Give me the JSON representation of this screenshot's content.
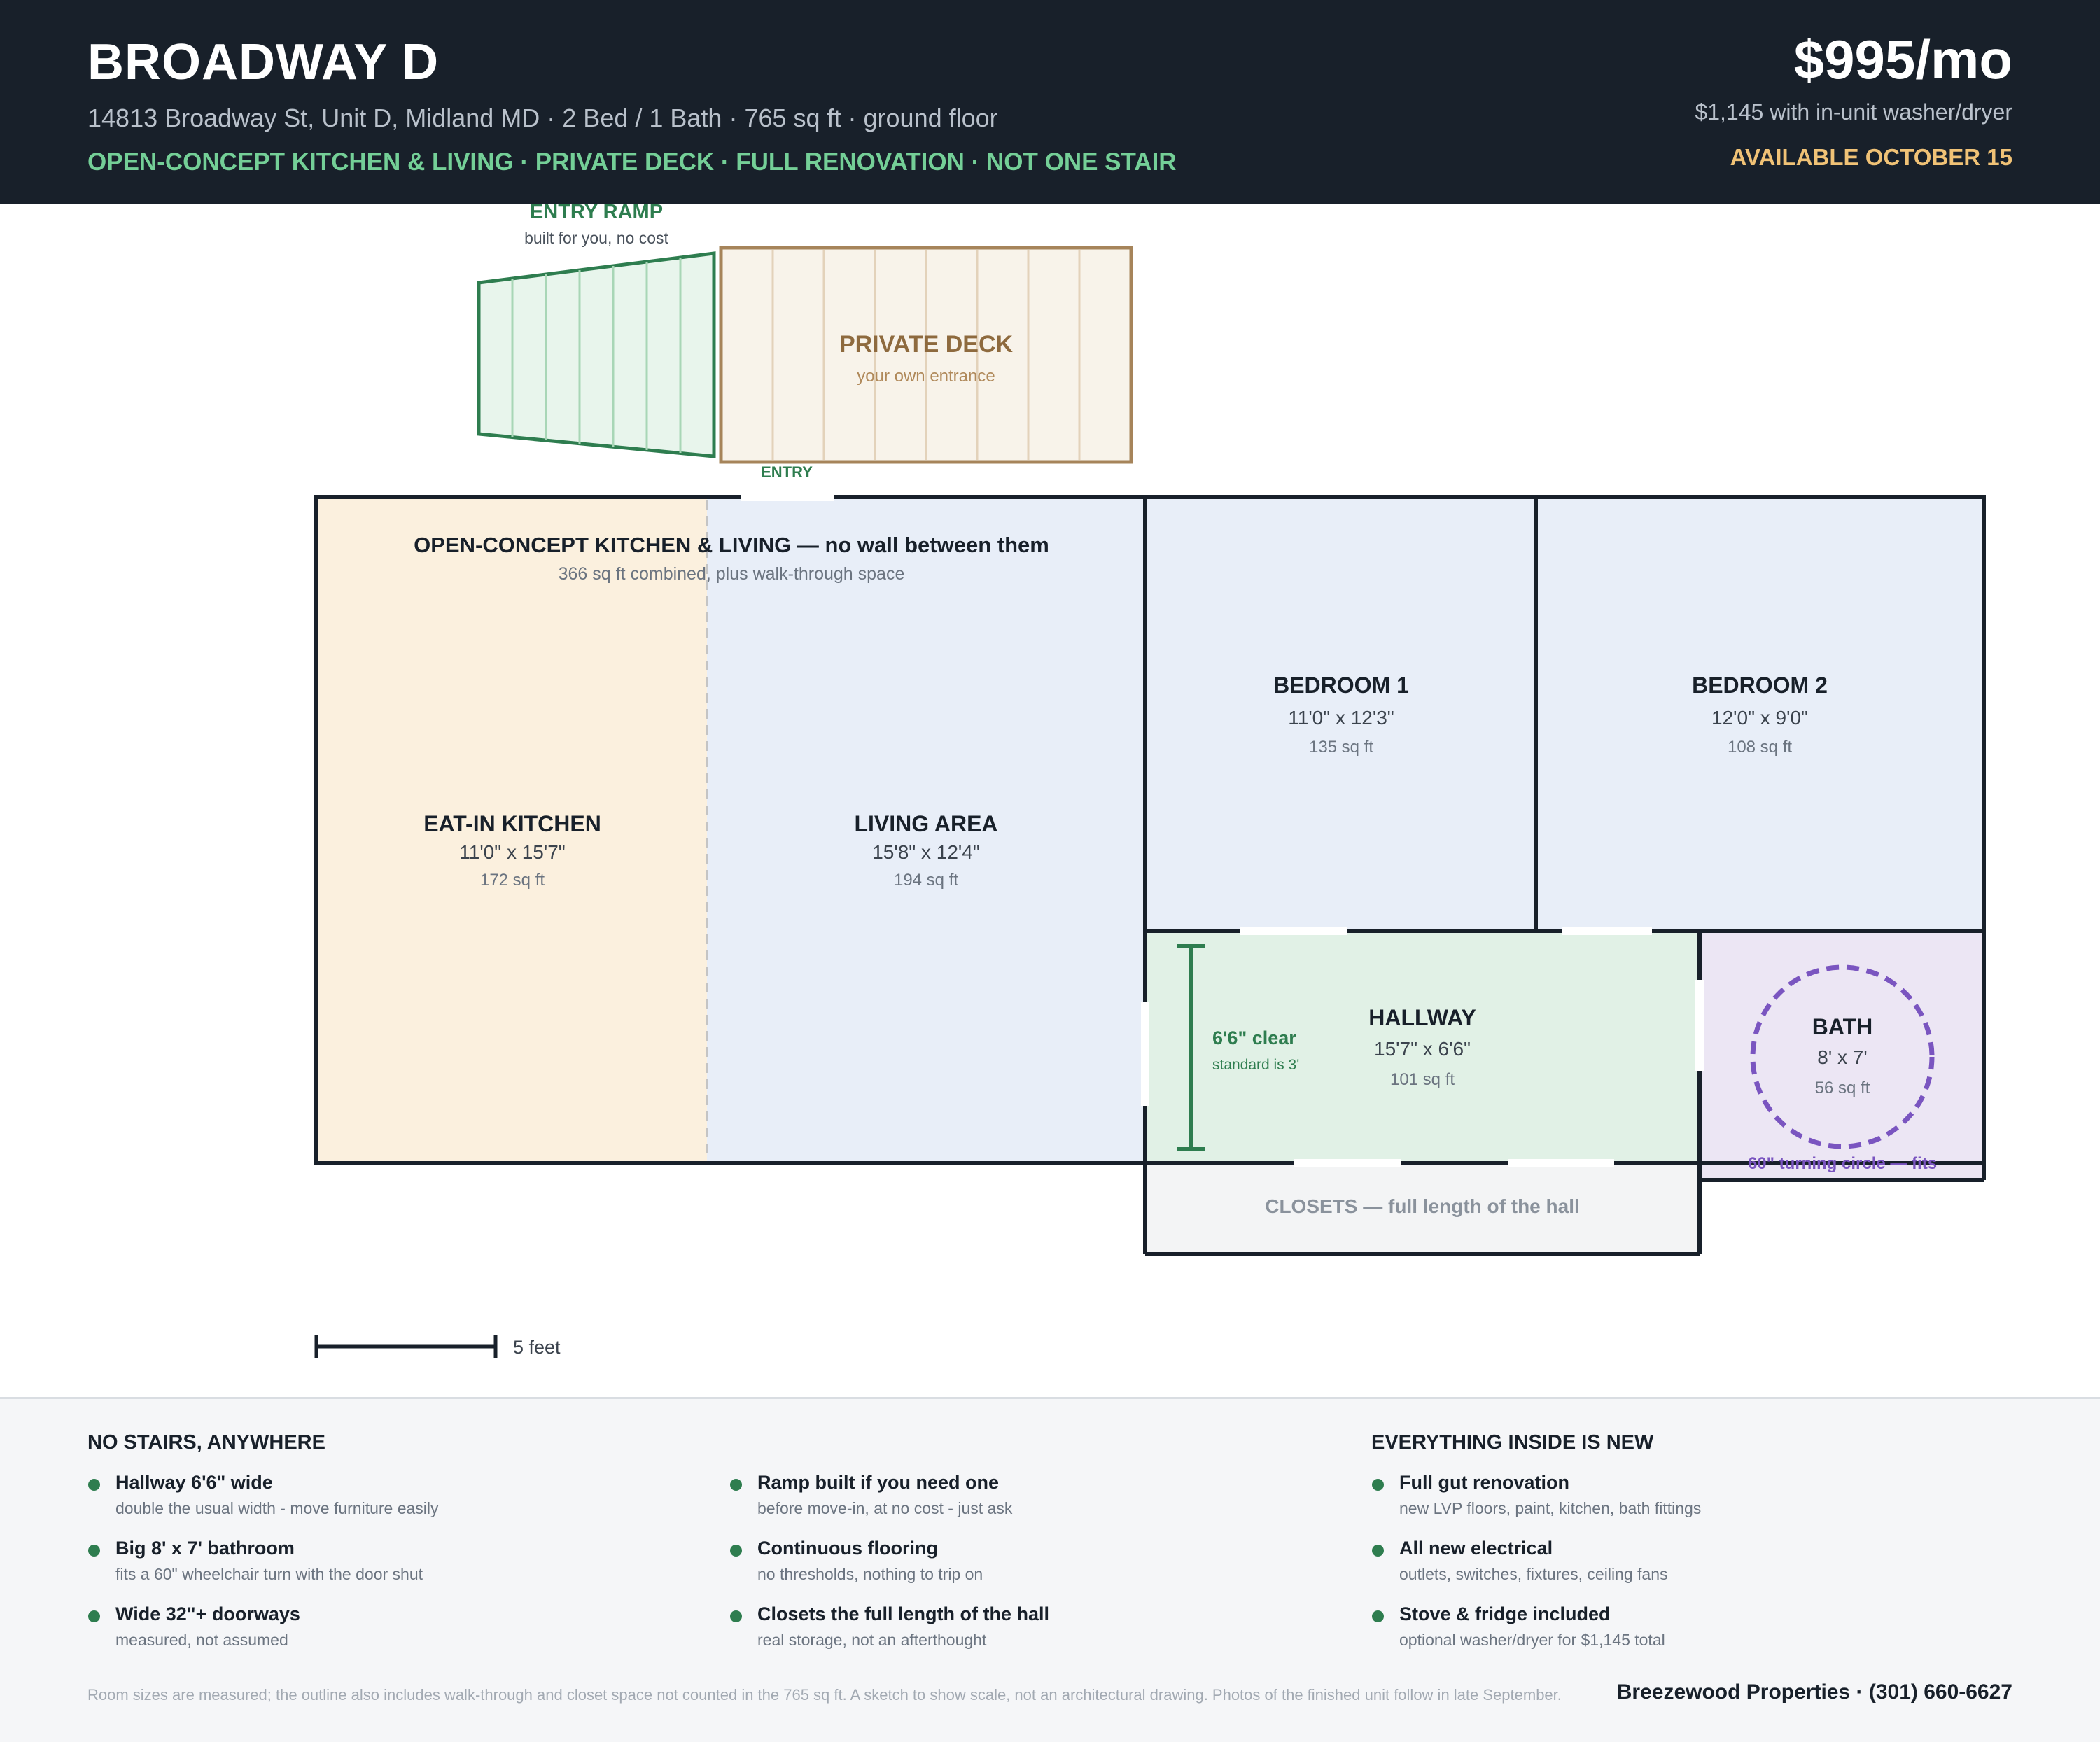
{
  "header": {
    "title": "BROADWAY D",
    "subtitle": "14813 Broadway St, Unit D, Midland MD · 2 Bed / 1 Bath · 765 sq ft · ground floor",
    "tags": "OPEN-CONCEPT KITCHEN & LIVING · PRIVATE DECK · FULL RENOVATION · NOT ONE STAIR",
    "price": "$995/mo",
    "price_alt": "$1,145 with in-unit washer/dryer",
    "available": "AVAILABLE OCTOBER 15"
  },
  "plan": {
    "ramp": {
      "title": "ENTRY RAMP",
      "note": "built for you, no cost"
    },
    "deck": {
      "title": "PRIVATE DECK",
      "note": "your own entrance"
    },
    "entry_label": "ENTRY",
    "open_concept": {
      "title": "OPEN-CONCEPT KITCHEN & LIVING — no wall between them",
      "note": "366 sq ft combined, plus walk-through space"
    },
    "kitchen": {
      "name": "EAT-IN KITCHEN",
      "dims": "11'0\" x 15'7\"",
      "area": "172 sq ft"
    },
    "living": {
      "name": "LIVING AREA",
      "dims": "15'8\" x 12'4\"",
      "area": "194 sq ft"
    },
    "bedroom1": {
      "name": "BEDROOM 1",
      "dims": "11'0\" x 12'3\"",
      "area": "135 sq ft"
    },
    "bedroom2": {
      "name": "BEDROOM 2",
      "dims": "12'0\" x 9'0\"",
      "area": "108 sq ft"
    },
    "hallway": {
      "name": "HALLWAY",
      "dims": "15'7\" x 6'6\"",
      "area": "101 sq ft",
      "clear_label": "6'6\" clear",
      "clear_note": "standard is 3'"
    },
    "bath": {
      "name": "BATH",
      "dims": "8' x 7'",
      "area": "56 sq ft",
      "turning_note": "60\" turning circle — fits"
    },
    "closets": "CLOSETS — full length of the hall",
    "scale_label": "5 feet"
  },
  "colors": {
    "header_bg": "#18202a",
    "tags": "#74cf97",
    "available": "#f0c276",
    "kitchen_fill": "#fbf0de",
    "living_fill": "#e8eef8",
    "hallway_fill": "#e1f1e6",
    "bath_fill": "#ece6f4",
    "deck": "#a6845a",
    "ramp": "#2e7d4f",
    "turning_circle": "#7a55c0"
  },
  "footer": {
    "columns": [
      {
        "heading": "NO STAIRS, ANYWHERE",
        "items": [
          {
            "title": "Hallway 6'6\" wide",
            "desc": "double the usual width - move furniture easily"
          },
          {
            "title": "Big 8' x 7' bathroom",
            "desc": "fits a 60\" wheelchair turn with the door shut"
          },
          {
            "title": "Wide 32\"+ doorways",
            "desc": "measured, not assumed"
          }
        ]
      },
      {
        "heading": "",
        "items": [
          {
            "title": "Ramp built if you need one",
            "desc": "before move-in, at no cost - just ask"
          },
          {
            "title": "Continuous flooring",
            "desc": "no thresholds, nothing to trip on"
          },
          {
            "title": "Closets the full length of the hall",
            "desc": "real storage, not an afterthought"
          }
        ]
      },
      {
        "heading": "EVERYTHING INSIDE IS NEW",
        "items": [
          {
            "title": "Full gut renovation",
            "desc": "new LVP floors, paint, kitchen, bath fittings"
          },
          {
            "title": "All new electrical",
            "desc": "outlets, switches, fixtures, ceiling fans"
          },
          {
            "title": "Stove & fridge included",
            "desc": "optional washer/dryer for $1,145 total"
          }
        ]
      }
    ],
    "disclaimer": "Room sizes are measured; the outline also includes walk-through and closet space not counted in the 765 sq ft. A sketch to show scale, not an architectural drawing. Photos of the finished unit follow in late September.",
    "contact": "Breezewood Properties · (301) 660-6627"
  }
}
